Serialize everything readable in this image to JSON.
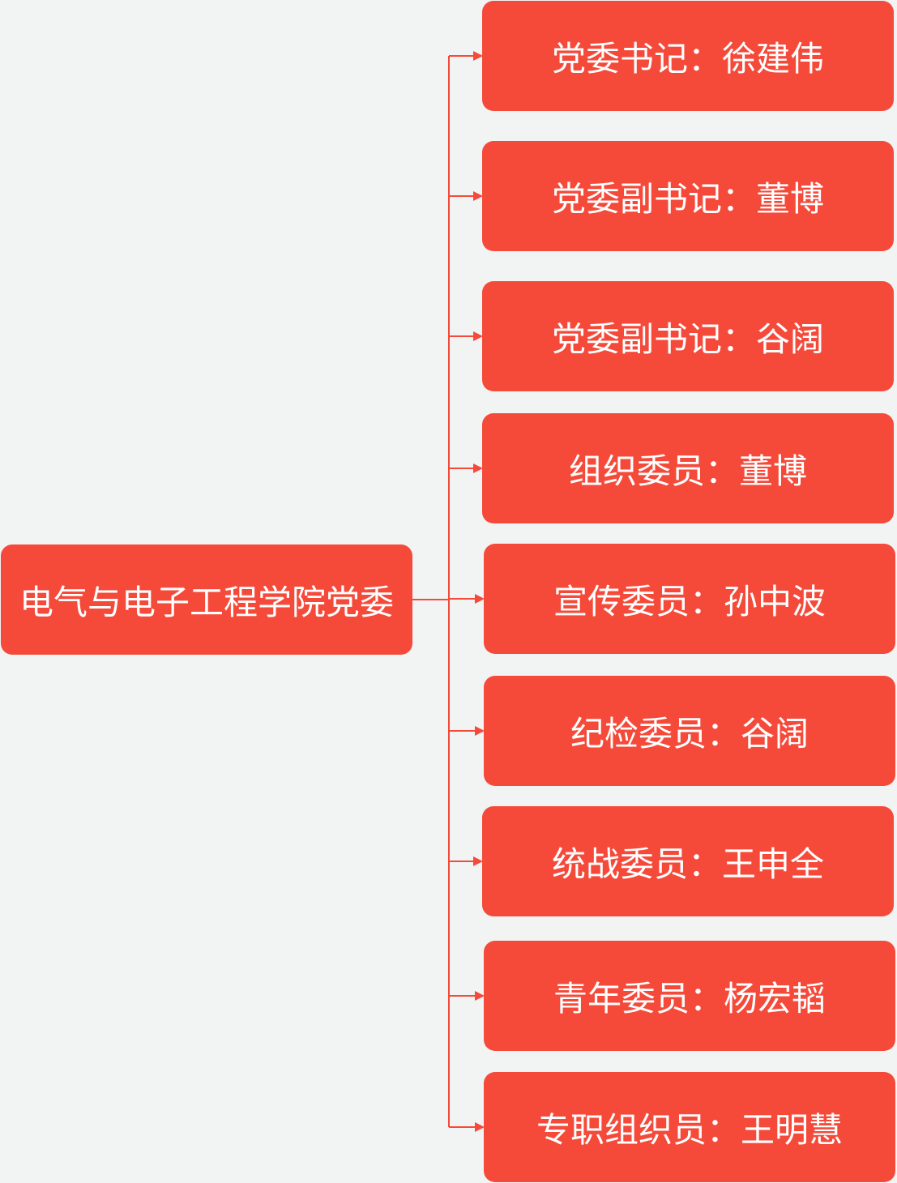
{
  "root": {
    "label": "电气与电子工程学院党委"
  },
  "members": [
    {
      "text": "党委书记：徐建伟"
    },
    {
      "text": "党委副书记：董博"
    },
    {
      "text": "党委副书记：谷阔"
    },
    {
      "text": "组织委员：董博"
    },
    {
      "text": "宣传委员：孙中波"
    },
    {
      "text": "纪检委员：谷阔"
    },
    {
      "text": "统战委员：王申全"
    },
    {
      "text": "青年委员：杨宏韬"
    },
    {
      "text": "专职组织员：王明慧"
    }
  ],
  "colors": {
    "node_fill": "#f54a3a",
    "connector": "#f54a3a",
    "background": "#f2f3f3",
    "text": "#ffffff"
  }
}
